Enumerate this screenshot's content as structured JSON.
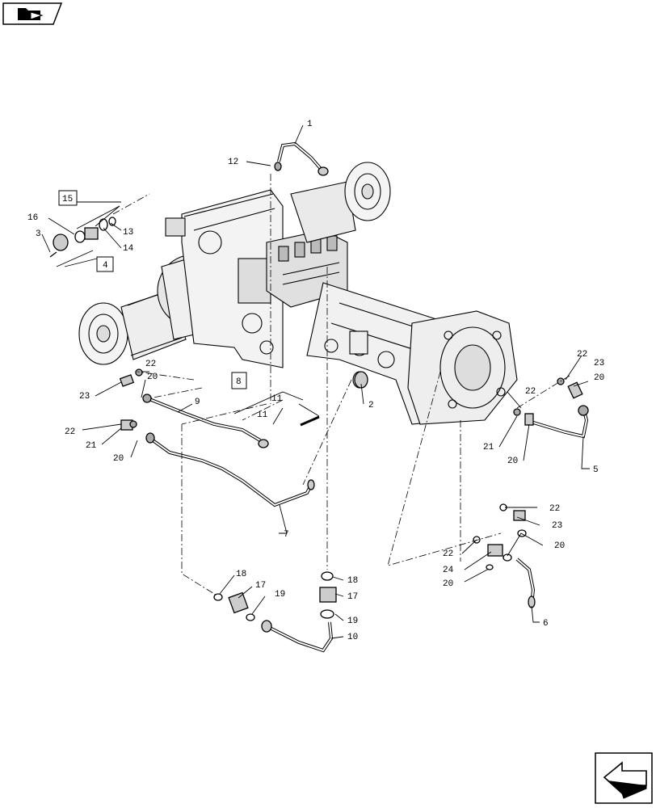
{
  "nav": {
    "top_icon": "back-to-index-icon",
    "bottom_icon": "previous-page-icon"
  },
  "boxed_refs": [
    "15",
    "4",
    "8"
  ],
  "callouts": [
    "1",
    "2",
    "3",
    "4",
    "5",
    "6",
    "7",
    "8",
    "9",
    "10",
    "11",
    "12",
    "13",
    "14",
    "15",
    "16",
    "17",
    "18",
    "19",
    "20",
    "21",
    "22",
    "23",
    "24"
  ],
  "labels": {
    "c1": "1",
    "c2": "2",
    "c3": "3",
    "c5": "5",
    "c6": "6",
    "c7": "7",
    "c9": "9",
    "c10": "10",
    "c11a": "11",
    "c11b": "11",
    "c12": "12",
    "c13": "13",
    "c14": "14",
    "c16": "16",
    "c17a": "17",
    "c17b": "17",
    "c18a": "18",
    "c18b": "18",
    "c19a": "19",
    "c19b": "19",
    "c20a": "20",
    "c20b": "20",
    "c20c": "20",
    "c20d": "20",
    "c20e": "20",
    "c20f": "20",
    "c21a": "21",
    "c21b": "21",
    "c22a": "22",
    "c22b": "22",
    "c22c": "22",
    "c22d": "22",
    "c22e": "22",
    "c22f": "22",
    "c23a": "23",
    "c23b": "23",
    "c23c": "23",
    "c24": "24",
    "b15": "15",
    "b4": "4",
    "b8": "8"
  },
  "colors": {
    "ink": "#000000",
    "paper": "#ffffff",
    "shade": "#9a9a9a"
  }
}
